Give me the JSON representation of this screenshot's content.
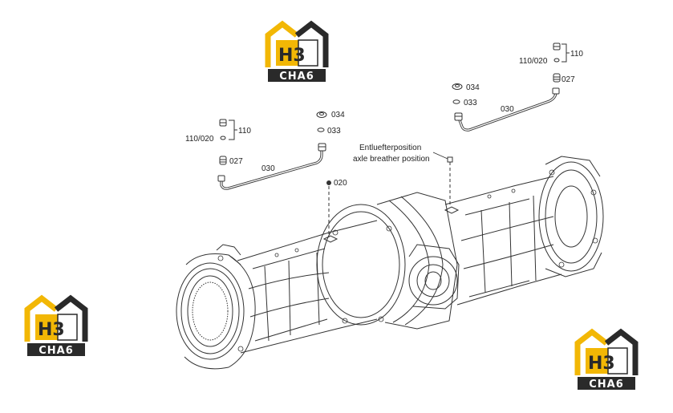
{
  "diagram": {
    "callouts": {
      "left_110": "110",
      "left_110_020": "110/020",
      "left_027": "027",
      "left_030": "030",
      "left_034": "034",
      "left_033": "033",
      "center_020": "020",
      "right_034": "034",
      "right_033": "033",
      "right_030": "030",
      "right_110": "110",
      "right_110_020": "110/020",
      "right_027": "027"
    },
    "annotation_line1": "Entluefterposition",
    "annotation_line2": "axle breather position"
  },
  "watermark": {
    "mark": "H3",
    "word": "CHA6",
    "colors": {
      "accent": "#f2b705",
      "dark": "#2a2a2a",
      "word_bg": "#2a2a2a"
    }
  },
  "colors": {
    "line": "#333333",
    "paper": "#ffffff"
  }
}
